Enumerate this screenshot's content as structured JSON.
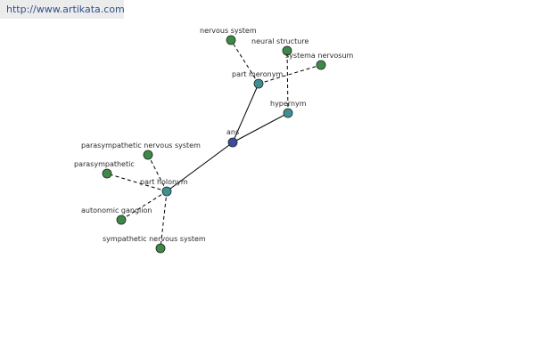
{
  "watermark": {
    "url": "http://www.artikata.com"
  },
  "colors": {
    "root": "#3d4aa3",
    "relation": "#3f8f96",
    "term": "#3f8848"
  },
  "graph": {
    "nodes": [
      {
        "id": "ans",
        "label": "ans",
        "kind": "root"
      },
      {
        "id": "part-meronym",
        "label": "part meronym",
        "kind": "relation"
      },
      {
        "id": "hypernym",
        "label": "hypernym",
        "kind": "relation"
      },
      {
        "id": "part-holonym",
        "label": "part holonym",
        "kind": "relation"
      },
      {
        "id": "nervous-system",
        "label": "nervous system",
        "kind": "term"
      },
      {
        "id": "systema-nervosum",
        "label": "systema nervosum",
        "kind": "term"
      },
      {
        "id": "neural-structure",
        "label": "neural structure",
        "kind": "term"
      },
      {
        "id": "parasympathetic-nervous-system",
        "label": "parasympathetic nervous system",
        "kind": "term"
      },
      {
        "id": "parasympathetic",
        "label": "parasympathetic",
        "kind": "term"
      },
      {
        "id": "autonomic-ganglion",
        "label": "autonomic ganglion",
        "kind": "term"
      },
      {
        "id": "sympathetic-nervous-system",
        "label": "sympathetic nervous system",
        "kind": "term"
      }
    ],
    "edges": [
      {
        "from": "ans",
        "to": "part-meronym",
        "style": "solid"
      },
      {
        "from": "ans",
        "to": "hypernym",
        "style": "solid"
      },
      {
        "from": "ans",
        "to": "part-holonym",
        "style": "solid"
      },
      {
        "from": "part-meronym",
        "to": "nervous-system",
        "style": "dashed"
      },
      {
        "from": "part-meronym",
        "to": "systema-nervosum",
        "style": "dashed"
      },
      {
        "from": "hypernym",
        "to": "neural-structure",
        "style": "dashed"
      },
      {
        "from": "part-holonym",
        "to": "parasympathetic-nervous-system",
        "style": "dashed"
      },
      {
        "from": "part-holonym",
        "to": "parasympathetic",
        "style": "dashed"
      },
      {
        "from": "part-holonym",
        "to": "autonomic-ganglion",
        "style": "dashed"
      },
      {
        "from": "part-holonym",
        "to": "sympathetic-nervous-system",
        "style": "dashed"
      }
    ]
  }
}
